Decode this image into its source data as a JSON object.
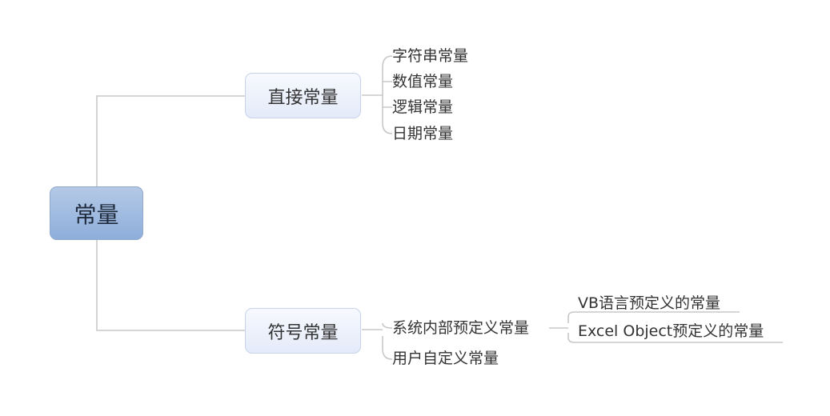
{
  "root": {
    "label": "常量"
  },
  "branches": [
    {
      "label": "直接常量",
      "children": [
        "字符串常量",
        "数值常量",
        "逻辑常量",
        "日期常量"
      ]
    },
    {
      "label": "符号常量",
      "children": [
        {
          "label": "系统内部预定义常量",
          "children": [
            "VB语言预定义的常量",
            "Excel Object预定义的常量"
          ]
        },
        {
          "label": "用户自定义常量"
        }
      ]
    }
  ],
  "colors": {
    "root_fill": "#9db8e0",
    "node_fill": "#eaf0fb",
    "line": "#c8c8c8",
    "text": "#333333"
  }
}
